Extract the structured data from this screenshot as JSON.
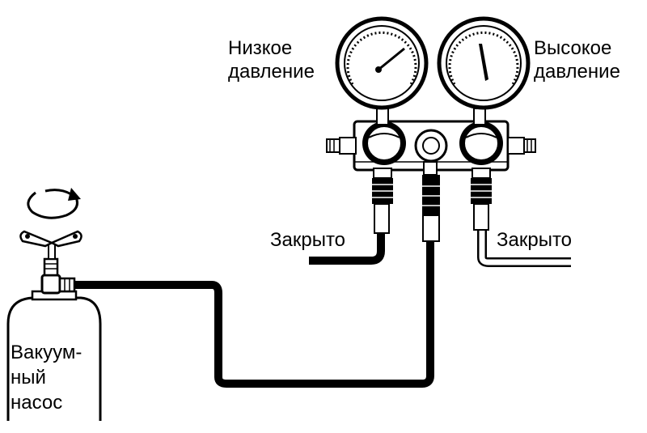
{
  "labels": {
    "low_pressure": [
      "Низкое",
      "давление"
    ],
    "high_pressure": [
      "Высокое",
      "давление"
    ],
    "closed_left": "Закрыто",
    "closed_right": "Закрыто",
    "vacuum_pump": [
      "Вакуум-",
      "ный",
      "насос"
    ]
  },
  "colors": {
    "line": "#000000",
    "background": "#ffffff"
  },
  "icons": [
    "low-pressure-gauge-icon",
    "high-pressure-gauge-icon",
    "manifold-block-icon",
    "vacuum-pump-icon",
    "rotation-arrow-icon",
    "valve-icon",
    "hose-icon"
  ]
}
